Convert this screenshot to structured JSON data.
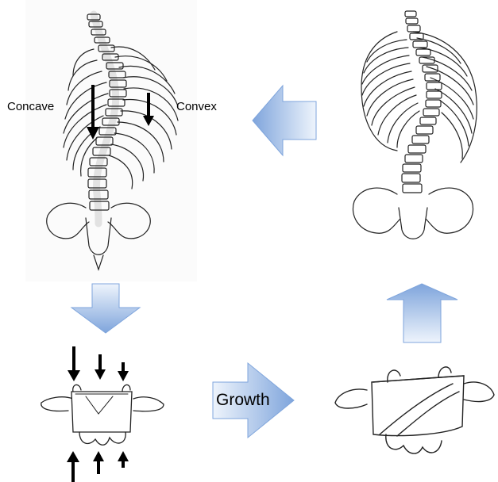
{
  "labels": {
    "concave": "Concave",
    "convex": "Convex",
    "growth": "Growth"
  },
  "colors": {
    "block_arrow_light": "#e8f0fb",
    "block_arrow_dark": "#7fa5dc",
    "block_arrow_stroke": "#6f96cf",
    "line_art": "#222222",
    "force_arrow": "#000000"
  },
  "icons": {
    "curved_spine": "scoliotic-spine-with-rib-cage-front-view",
    "rotated_spine": "rotated-spine-with-rib-hump-back-view",
    "compressed_vertebra": "vertebra-with-compression-arrows",
    "wedged_vertebra": "wedge-shaped-vertebra"
  }
}
